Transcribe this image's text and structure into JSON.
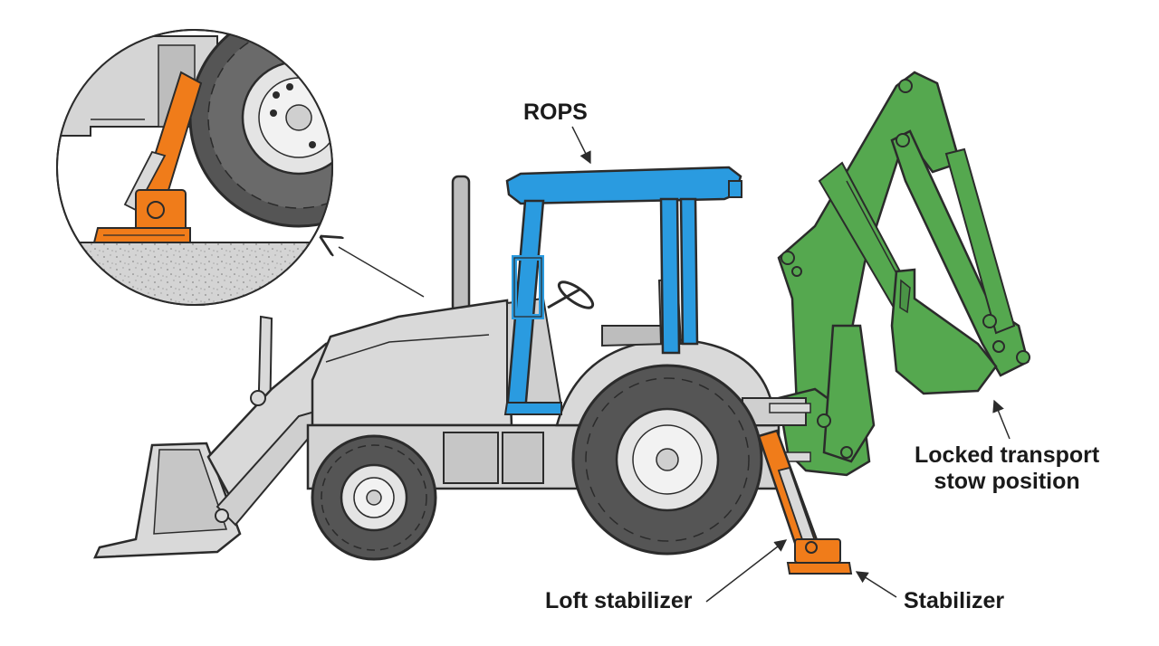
{
  "labels": {
    "rops": "ROPS",
    "stow_line1": "Locked transport",
    "stow_line2": "stow position",
    "loft_stabilizer": "Loft stabilizer",
    "stabilizer": "Stabilizer"
  },
  "colors": {
    "outline": "#2b2b2b",
    "body": "#d9d9d9",
    "body_dark": "#bdbdbd",
    "rops": "#2a9be0",
    "backhoe": "#55a84f",
    "stabilizer": "#f07c1a",
    "tire": "#555555",
    "rim": "#e4e4e4",
    "ground": "#cfcfcf"
  }
}
